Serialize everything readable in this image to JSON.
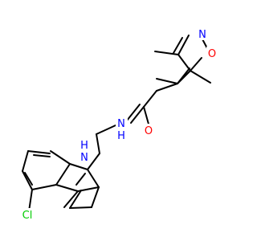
{
  "atom_labels": {
    "nitrogen_isoxazole": "N",
    "oxygen_isoxazole": "O",
    "nh_amide": "N",
    "h_amide": "H",
    "oxygen_carbonyl": "O",
    "nh_indole": "N",
    "h_indole": "H",
    "chlorine": "Cl"
  },
  "colors": {
    "bond": "#000000",
    "nitrogen": "#0000ff",
    "oxygen": "#ff0000",
    "chlorine": "#00cc00"
  }
}
